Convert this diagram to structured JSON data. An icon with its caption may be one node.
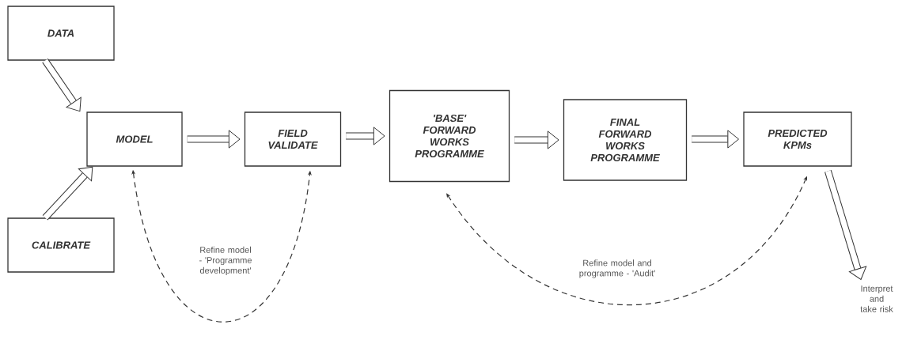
{
  "diagram": {
    "nodes": [
      {
        "text": [
          "DATA"
        ]
      },
      {
        "text": [
          "CALIBRATE"
        ]
      },
      {
        "text": [
          "MODEL"
        ]
      },
      {
        "text": [
          "FIELD VALIDATE"
        ]
      },
      {
        "text": [
          "'BASE' FORWARD WORKS PROGRAMME"
        ]
      },
      {
        "text": [
          "FINAL FORWARD WORKS PROGRAMME"
        ]
      },
      {
        "text": [
          "PREDICTED KPMs"
        ]
      },
      {
        "text": [
          "Interpret and take risk"
        ]
      }
    ],
    "edges": [
      {
        "from": 0,
        "to": 2,
        "arrow": "to"
      },
      {
        "from": 1,
        "to": 2,
        "arrow": "to"
      },
      {
        "from": 2,
        "to": 3,
        "arrow": "to"
      },
      {
        "from": 3,
        "to": 4,
        "arrow": "to"
      },
      {
        "from": 4,
        "to": 5,
        "arrow": "to"
      },
      {
        "from": 5,
        "to": 6,
        "arrow": "to"
      },
      {
        "from": 6,
        "to": 7,
        "arrow": "to"
      },
      {
        "from": 2,
        "to": 3,
        "arrow": "both",
        "style": "dashed",
        "label": "Refine model - 'Programme development'"
      },
      {
        "from": 4,
        "to": 6,
        "arrow": "both",
        "style": "dashed",
        "label": "Refine model and programme - 'Audit'"
      }
    ]
  }
}
